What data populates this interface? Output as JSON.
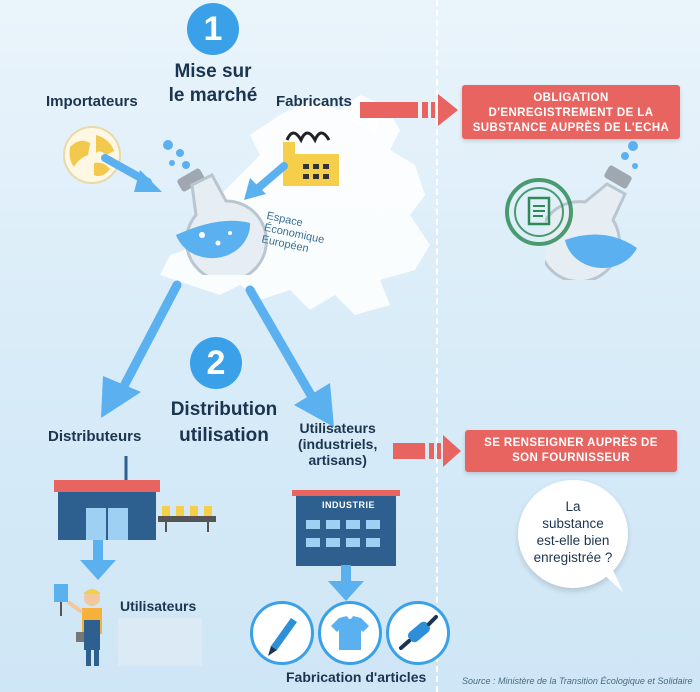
{
  "step1": {
    "number": "1",
    "title_line1": "Mise sur",
    "title_line2": "le marché"
  },
  "step2": {
    "number": "2",
    "title_line1": "Distribution",
    "title_line2": "utilisation"
  },
  "actors": {
    "importateurs": "Importateurs",
    "fabricants": "Fabricants",
    "distributeurs": "Distributeurs",
    "utilisateurs_pro_line1": "Utilisateurs",
    "utilisateurs_pro_line2": "(industriels,",
    "utilisateurs_pro_line3": "artisans)",
    "utilisateurs": "Utilisateurs"
  },
  "eee": {
    "line1": "Espace",
    "line2": "Économique",
    "line3": "Européen"
  },
  "boxes": {
    "obligation_line1": "OBLIGATION",
    "obligation_line2": "D'ENREGISTREMENT DE LA",
    "obligation_line3": "SUBSTANCE AUPRÈS DE L'ECHA",
    "renseigner_line1": "SE RENSEIGNER AUPRÈS DE",
    "renseigner_line2": "SON FOURNISSEUR"
  },
  "question": {
    "line1": "La",
    "line2": "substance",
    "line3": "est-elle bien",
    "line4": "enregistrée ?"
  },
  "industrie_sign": "INDUSTRIE",
  "fabrication": "Fabrication d'articles",
  "source": "Source : Ministère de la Transition Écologique et Solidaire",
  "colors": {
    "accent_blue": "#3aa0e8",
    "red": "#e76461",
    "navy": "#1b3550",
    "factory_yellow": "#f6cf4a",
    "building_blue": "#2d5f8f"
  },
  "icons": [
    "globe-icon",
    "factory-icon",
    "flask-icon",
    "registered-stamp-icon",
    "warehouse-icon",
    "conveyor-icon",
    "industry-building-icon",
    "worker-icon",
    "pen-icon",
    "tshirt-icon",
    "rolling-pin-icon",
    "arrow-icon"
  ]
}
